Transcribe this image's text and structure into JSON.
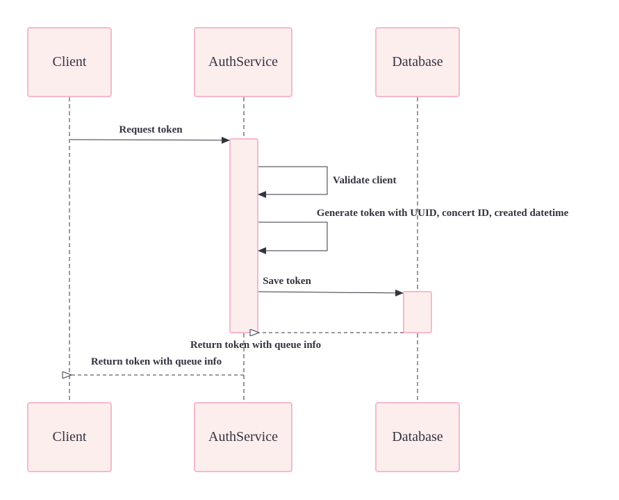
{
  "participants": [
    {
      "id": "client",
      "label": "Client"
    },
    {
      "id": "auth",
      "label": "AuthService"
    },
    {
      "id": "db",
      "label": "Database"
    }
  ],
  "messages": [
    {
      "id": "m1",
      "from": "client",
      "to": "auth",
      "label": "Request token",
      "style": "solid"
    },
    {
      "id": "m2",
      "from": "auth",
      "to": "auth",
      "label": "Validate client",
      "style": "self"
    },
    {
      "id": "m3",
      "from": "auth",
      "to": "auth",
      "label": "Generate token with UUID, concert ID, created datetime",
      "style": "self"
    },
    {
      "id": "m4",
      "from": "auth",
      "to": "db",
      "label": "Save token",
      "style": "solid"
    },
    {
      "id": "m5",
      "from": "db",
      "to": "auth",
      "label": "Return token with queue info",
      "style": "dashed-return"
    },
    {
      "id": "m6",
      "from": "auth",
      "to": "client",
      "label": "Return token with queue info",
      "style": "dashed-return"
    }
  ],
  "colors": {
    "box_fill": "#fdeeee",
    "box_stroke": "#f7b8cc",
    "line": "#333340",
    "text": "#333340"
  }
}
